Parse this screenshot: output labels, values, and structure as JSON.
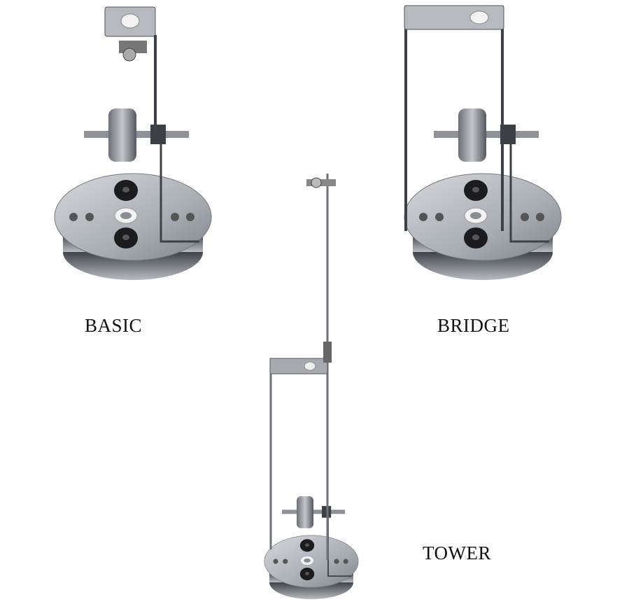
{
  "figure": {
    "devices": [
      {
        "id": "basic",
        "label": "BASIC"
      },
      {
        "id": "bridge",
        "label": "BRIDGE"
      },
      {
        "id": "tower",
        "label": "TOWER"
      }
    ]
  },
  "colors": {
    "metal_light": "#c9ccd2",
    "metal_mid": "#9a9ea6",
    "metal_dark": "#4a4d53",
    "knob": "#1c1c1e",
    "text": "#111111"
  }
}
